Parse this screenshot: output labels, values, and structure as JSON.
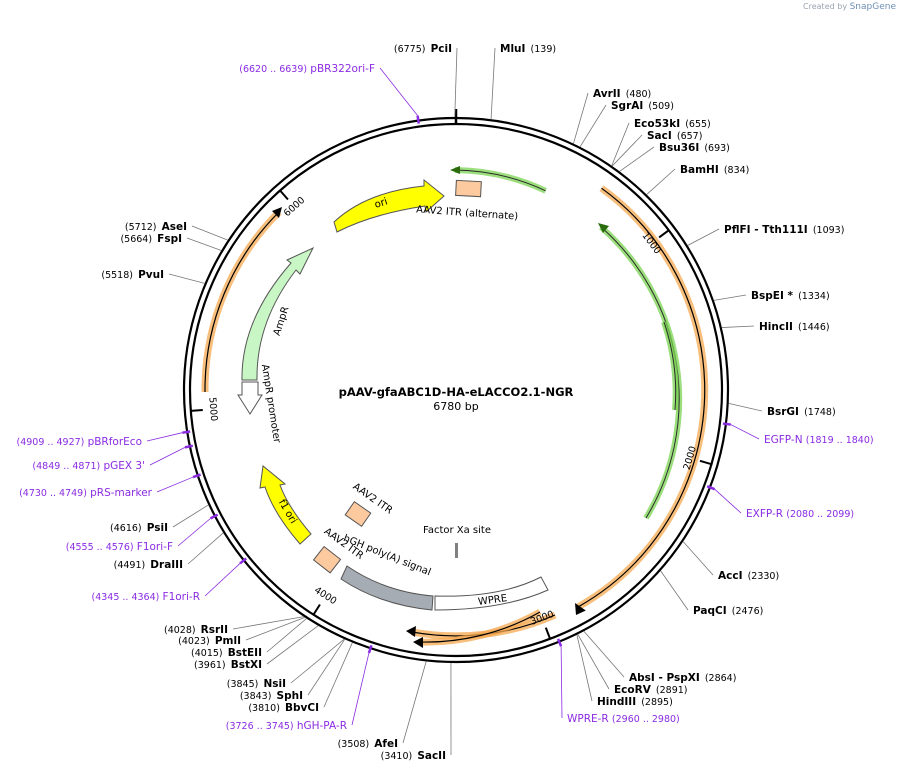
{
  "credit": {
    "prefix": "Created by",
    "brand": "SnapGene"
  },
  "plasmid": {
    "name": "pAAV-gfaABC1D-HA-eLACCO2.1-NGR",
    "length_label": "6780 bp",
    "length": 6780
  },
  "ticks": [
    {
      "bp": 1000,
      "label": "1000"
    },
    {
      "bp": 2000,
      "label": "2000"
    },
    {
      "bp": 3000,
      "label": "3000"
    },
    {
      "bp": 4000,
      "label": "4000"
    },
    {
      "bp": 5000,
      "label": "5000"
    },
    {
      "bp": 6000,
      "label": "6000"
    }
  ],
  "enzymes": [
    {
      "name": "PciI",
      "pos": "(6775)",
      "bp": 6775,
      "side": "left"
    },
    {
      "name": "MluI",
      "pos": "(139)",
      "bp": 139,
      "side": "right"
    },
    {
      "name": "AvrII",
      "pos": "(480)",
      "bp": 480,
      "side": "right"
    },
    {
      "name": "SgrAI",
      "pos": "(509)",
      "bp": 509,
      "side": "right"
    },
    {
      "name": "Eco53kI",
      "pos": "(655)",
      "bp": 655,
      "side": "right"
    },
    {
      "name": "SacI",
      "pos": "(657)",
      "bp": 657,
      "side": "right"
    },
    {
      "name": "Bsu36I",
      "pos": "(693)",
      "bp": 693,
      "side": "right"
    },
    {
      "name": "BamHI",
      "pos": "(834)",
      "bp": 834,
      "side": "right"
    },
    {
      "name": "PflFI - Tth111I",
      "pos": "(1093)",
      "bp": 1093,
      "side": "right"
    },
    {
      "name": "BspEI *",
      "pos": "(1334)",
      "bp": 1334,
      "side": "right"
    },
    {
      "name": "HincII",
      "pos": "(1446)",
      "bp": 1446,
      "side": "right"
    },
    {
      "name": "BsrGI",
      "pos": "(1748)",
      "bp": 1748,
      "side": "right"
    },
    {
      "name": "AccI",
      "pos": "(2330)",
      "bp": 2330,
      "side": "right"
    },
    {
      "name": "PaqCI",
      "pos": "(2476)",
      "bp": 2476,
      "side": "right"
    },
    {
      "name": "AbsI - PspXI",
      "pos": "(2864)",
      "bp": 2864,
      "side": "right"
    },
    {
      "name": "EcoRV",
      "pos": "(2891)",
      "bp": 2891,
      "side": "right"
    },
    {
      "name": "HindIII",
      "pos": "(2895)",
      "bp": 2895,
      "side": "right"
    },
    {
      "name": "SacII",
      "pos": "(3410)",
      "bp": 3410,
      "side": "left"
    },
    {
      "name": "AfeI",
      "pos": "(3508)",
      "bp": 3508,
      "side": "left"
    },
    {
      "name": "BbvCI",
      "pos": "(3810)",
      "bp": 3810,
      "side": "left"
    },
    {
      "name": "SphI",
      "pos": "(3843)",
      "bp": 3843,
      "side": "left"
    },
    {
      "name": "NsiI",
      "pos": "(3845)",
      "bp": 3845,
      "side": "left"
    },
    {
      "name": "BstXI",
      "pos": "(3961)",
      "bp": 3961,
      "side": "left"
    },
    {
      "name": "BstEII",
      "pos": "(4015)",
      "bp": 4015,
      "side": "left"
    },
    {
      "name": "PmlI",
      "pos": "(4023)",
      "bp": 4023,
      "side": "left"
    },
    {
      "name": "RsrII",
      "pos": "(4028)",
      "bp": 4028,
      "side": "left"
    },
    {
      "name": "DraIII",
      "pos": "(4491)",
      "bp": 4491,
      "side": "left"
    },
    {
      "name": "PsiI",
      "pos": "(4616)",
      "bp": 4616,
      "side": "left"
    },
    {
      "name": "PvuI",
      "pos": "(5518)",
      "bp": 5518,
      "side": "left"
    },
    {
      "name": "FspI",
      "pos": "(5664)",
      "bp": 5664,
      "side": "left"
    },
    {
      "name": "AseI",
      "pos": "(5712)",
      "bp": 5712,
      "side": "left"
    }
  ],
  "primers": [
    {
      "name": "pBR322ori-F",
      "range": "(6620 .. 6639)",
      "bp": 6630,
      "side": "left"
    },
    {
      "name": "EGFP-N",
      "range": "(1819 .. 1840)",
      "bp": 1830,
      "side": "right"
    },
    {
      "name": "EXFP-R",
      "range": "(2080 .. 2099)",
      "bp": 2090,
      "side": "right"
    },
    {
      "name": "WPRE-R",
      "range": "(2960 .. 2980)",
      "bp": 2970,
      "side": "right"
    },
    {
      "name": "hGH-PA-R",
      "range": "(3726 .. 3745)",
      "bp": 3735,
      "side": "left"
    },
    {
      "name": "F1ori-R",
      "range": "(4345 .. 4364)",
      "bp": 4355,
      "side": "left"
    },
    {
      "name": "F1ori-F",
      "range": "(4555 .. 4576)",
      "bp": 4565,
      "side": "left"
    },
    {
      "name": "pRS-marker",
      "range": "(4730 .. 4749)",
      "bp": 4740,
      "side": "left"
    },
    {
      "name": "pGEX 3'",
      "range": "(4849 .. 4871)",
      "bp": 4860,
      "side": "left"
    },
    {
      "name": "pBRforEco",
      "range": "(4909 .. 4927)",
      "bp": 4918,
      "side": "left"
    }
  ],
  "features": [
    {
      "name": "ori",
      "label": "ori",
      "kind": "arrow",
      "color": "#ffff00"
    },
    {
      "name": "aav2-itr-alternate",
      "label": "AAV2 ITR (alternate)",
      "kind": "box",
      "color": "#fdc99f"
    },
    {
      "name": "ampr",
      "label": "AmpR",
      "kind": "arrow",
      "color": "#c8f7c5"
    },
    {
      "name": "ampr-promoter",
      "label": "AmpR promoter",
      "kind": "arrow",
      "color": "#ffffff"
    },
    {
      "name": "f1-ori",
      "label": "f1 ori",
      "kind": "arrow",
      "color": "#ffff00"
    },
    {
      "name": "aav2-itr",
      "label": "AAV2 ITR",
      "kind": "box",
      "color": "#fdc99f"
    },
    {
      "name": "aav2-itr-2",
      "label": "AAV2 ITR",
      "kind": "box",
      "color": "#fdc99f"
    },
    {
      "name": "hgh-polya",
      "label": "hGH poly(A) signal",
      "kind": "box",
      "color": "#a6acb3"
    },
    {
      "name": "wpre",
      "label": "WPRE",
      "kind": "box",
      "color": "#ffffff"
    },
    {
      "name": "factor-xa-site",
      "label": "Factor Xa site",
      "kind": "mark",
      "color": "#808080"
    }
  ],
  "colors": {
    "backbone": "#000000",
    "primer": "#8a2be2",
    "orf_orange": "#f5a850",
    "orf_green": "#7ad350",
    "credit": "#9aa4b0"
  }
}
